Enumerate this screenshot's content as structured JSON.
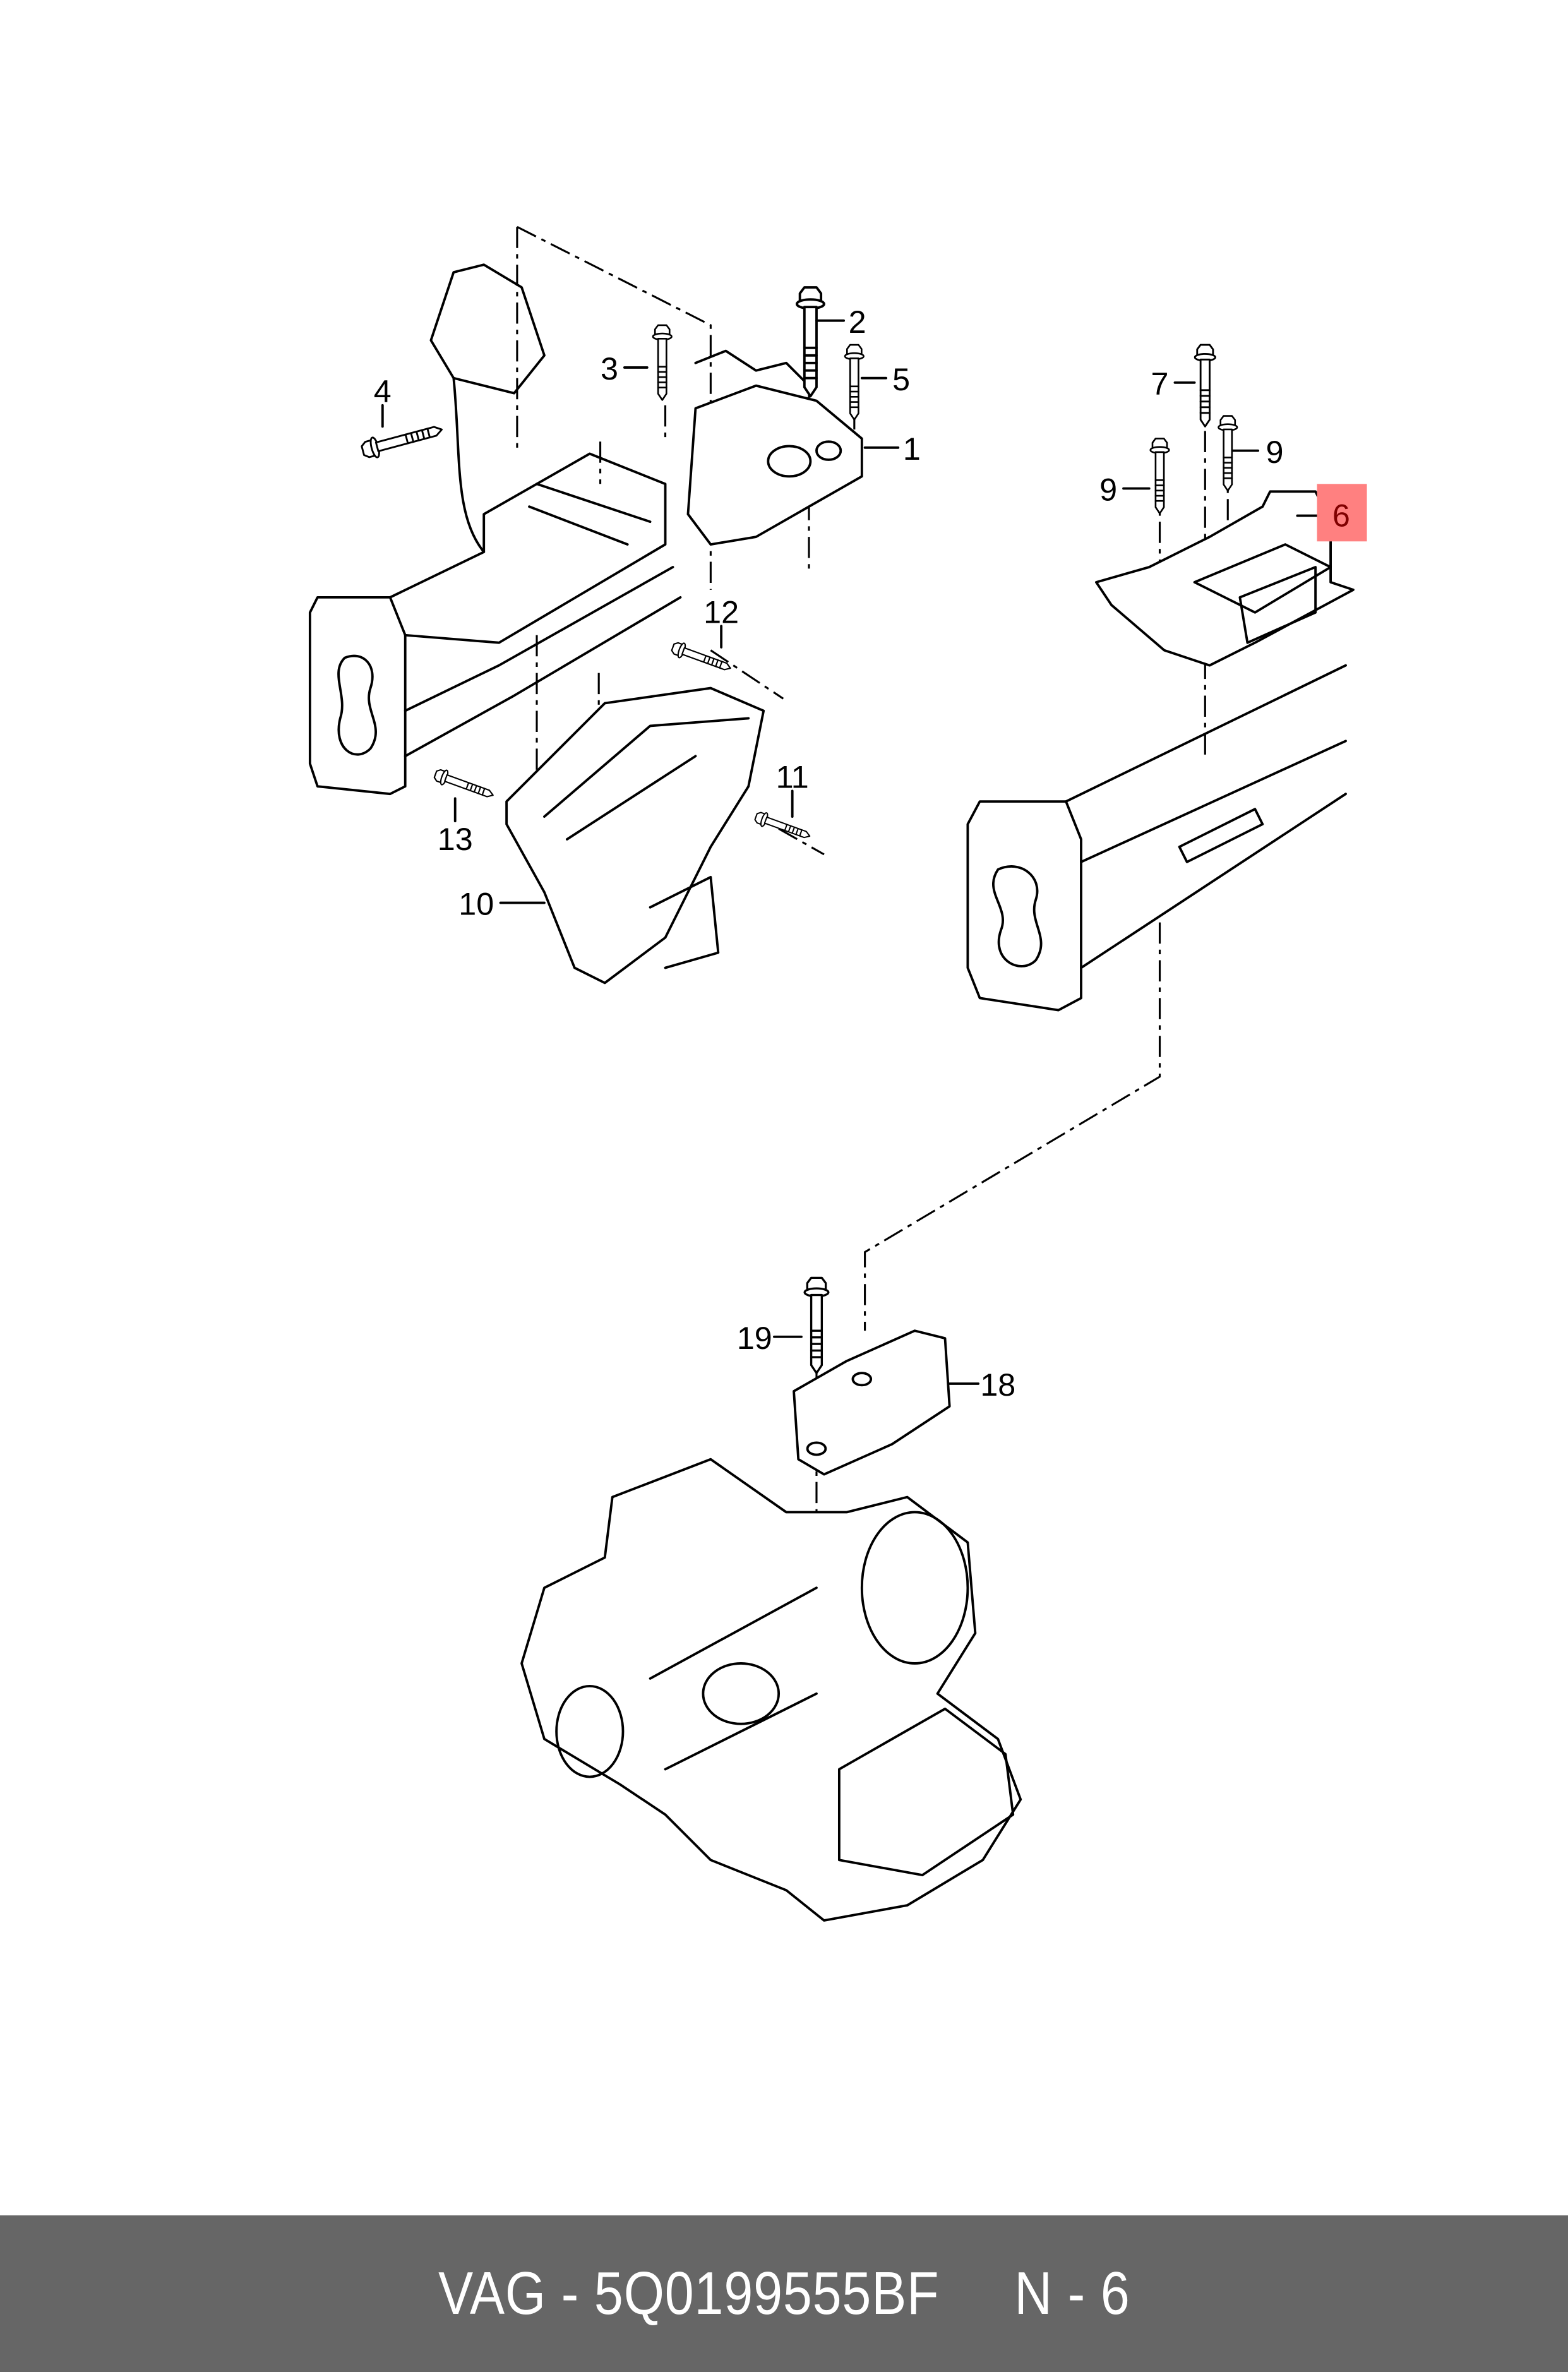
{
  "diagram": {
    "callouts": [
      {
        "id": "1",
        "text": "1"
      },
      {
        "id": "2",
        "text": "2"
      },
      {
        "id": "3",
        "text": "3"
      },
      {
        "id": "4",
        "text": "4"
      },
      {
        "id": "5",
        "text": "5"
      },
      {
        "id": "6",
        "text": "6",
        "highlighted": true
      },
      {
        "id": "7",
        "text": "7"
      },
      {
        "id": "9a",
        "text": "9"
      },
      {
        "id": "9b",
        "text": "9"
      },
      {
        "id": "10",
        "text": "10"
      },
      {
        "id": "11",
        "text": "11"
      },
      {
        "id": "12",
        "text": "12"
      },
      {
        "id": "13",
        "text": "13"
      },
      {
        "id": "18",
        "text": "18"
      },
      {
        "id": "19",
        "text": "19"
      }
    ],
    "highlight_color": "#ff8080",
    "highlight_text_color": "#800000"
  },
  "footer": {
    "text": "VAG - 5Q0199555BF     N - 6",
    "background": "#666666"
  }
}
